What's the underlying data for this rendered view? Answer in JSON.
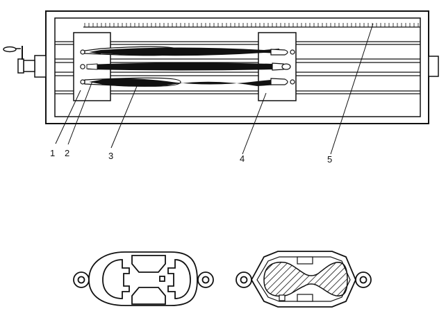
{
  "figure": {
    "callouts": [
      {
        "id": "1",
        "label": "1"
      },
      {
        "id": "2",
        "label": "2"
      },
      {
        "id": "3",
        "label": "3"
      },
      {
        "id": "4",
        "label": "4"
      },
      {
        "id": "5",
        "label": "5"
      }
    ]
  },
  "colors": {
    "ink": "#111111",
    "paper": "#ffffff",
    "frame_fill": "#ffffff"
  }
}
